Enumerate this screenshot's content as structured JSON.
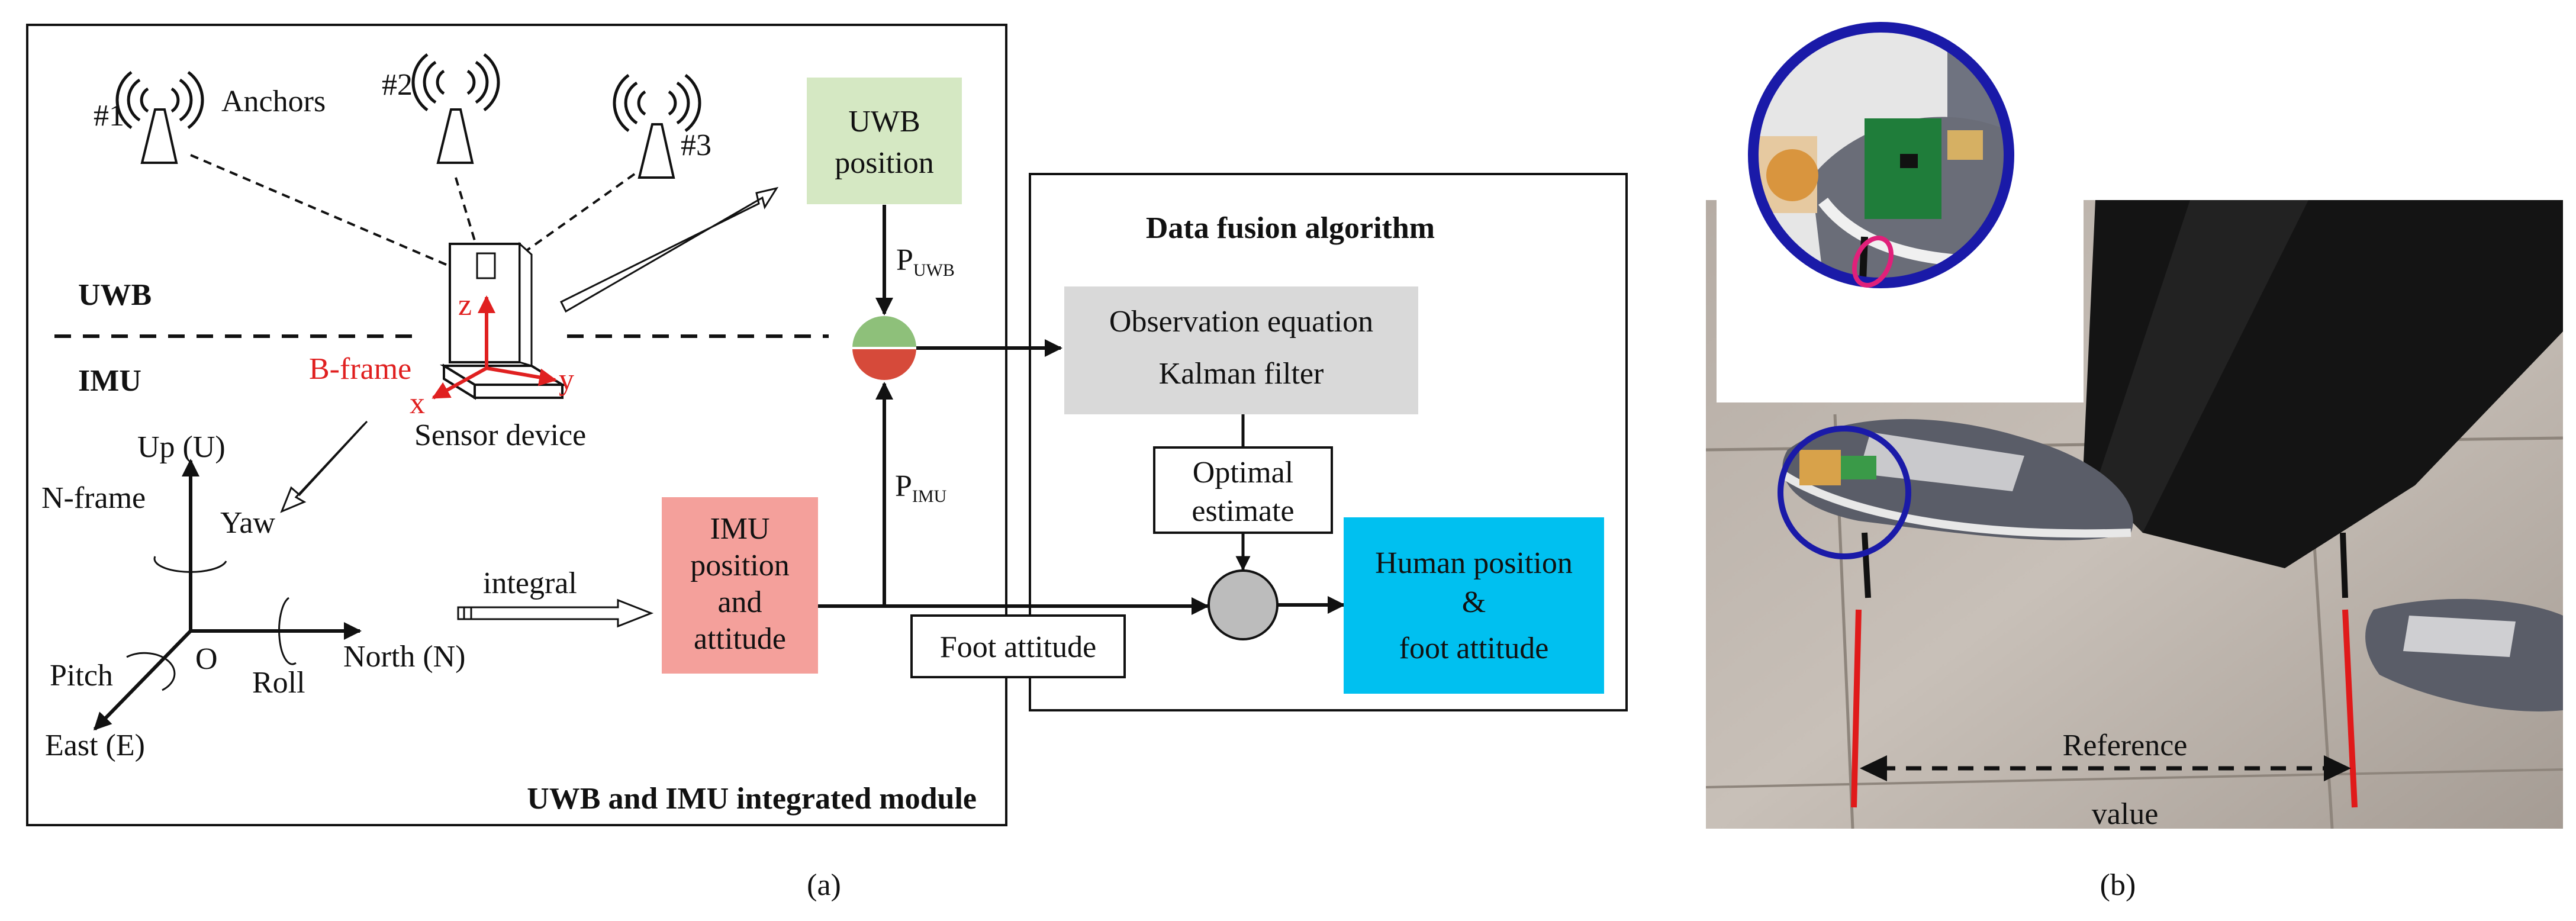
{
  "panel_a": {
    "caption": "(a)",
    "module_label": "UWB and IMU integrated module",
    "anchors_label": "Anchors",
    "anchor_ids": [
      "#1",
      "#2",
      "#3"
    ],
    "uwb_label": "UWB",
    "imu_label": "IMU",
    "bframe_label": "B-frame",
    "sensor_label": "Sensor device",
    "axis_z": "z",
    "axis_x": "x",
    "axis_y": "y",
    "nframe_label": "N-frame",
    "up_label": "Up (U)",
    "yaw_label": "Yaw",
    "roll_label": "Roll",
    "pitch_label": "Pitch",
    "origin_label": "O",
    "north_label": "North (N)",
    "east_label": "East (E)",
    "integral_label": "integral",
    "uwb_position_lines": [
      "UWB",
      "position"
    ],
    "imu_box_lines": [
      "IMU",
      "position",
      "and",
      "attitude"
    ],
    "p_uwb_main": "P",
    "p_uwb_sub": "UWB",
    "p_imu_main": "P",
    "p_imu_sub": "IMU",
    "foot_attitude_label": "Foot attitude",
    "fusion_title": "Data fusion algorithm",
    "observation_lines": [
      "Observation equation",
      "Kalman filter"
    ],
    "optimal_lines": [
      "Optimal",
      "estimate"
    ],
    "human_lines": [
      "Human position",
      "&",
      "foot attitude"
    ],
    "colors": {
      "uwb_box": "#d5e8c3",
      "imu_box": "#f4a09b",
      "kalman_box": "#d9d9d9",
      "human_box": "#00c0f0",
      "red_axis": "#e02020",
      "fusion_green": "#8ec07a",
      "fusion_red": "#d64a3a"
    }
  },
  "panel_b": {
    "caption": "(b)",
    "reference_lines": [
      "Reference",
      "value"
    ],
    "colors": {
      "circle": "#1a1aa8",
      "marker": "#e0207a",
      "ref_line": "#e01a1a"
    }
  }
}
